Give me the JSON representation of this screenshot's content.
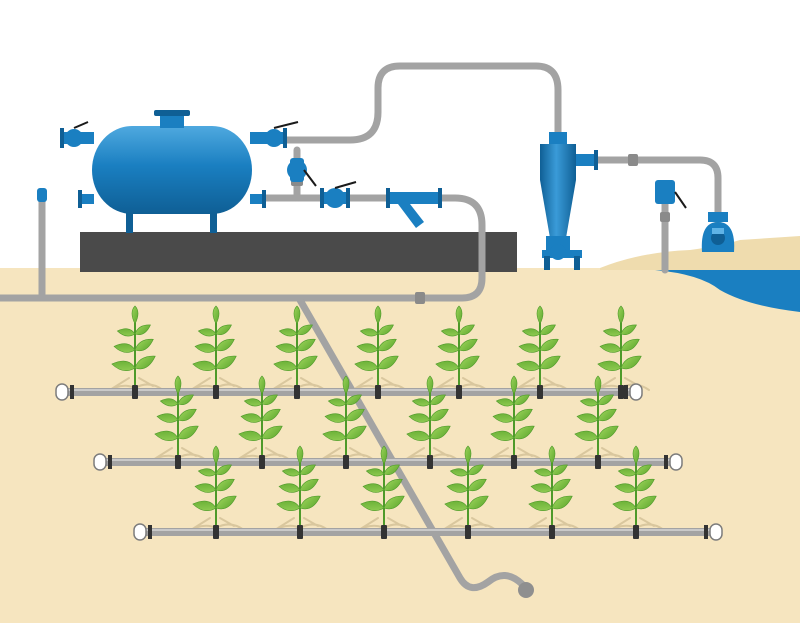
{
  "colors": {
    "sky": "#ffffff",
    "soil": "#f6e5bf",
    "platform": "#4a4a4a",
    "pipe": "#a3a3a3",
    "pipe_edge": "#7d7d7d",
    "equipment_blue": "#1a7fc1",
    "equipment_dark": "#0f5f95",
    "equipment_light": "#5fb3e6",
    "water": "#1a7fc1",
    "leaf": "#7cc242",
    "leaf_dark": "#4e9a2a",
    "stem": "#4e9a2a",
    "root": "#d9c79e"
  },
  "components": {
    "tank": "pressure-tank",
    "hydrocyclone": "hydrocyclone-filter",
    "screen_filter": "screen-filter",
    "pump": "water-pump",
    "source": "water-source"
  },
  "field": {
    "rows": [
      {
        "plants": 7
      },
      {
        "plants": 6
      },
      {
        "plants": 6
      }
    ]
  }
}
